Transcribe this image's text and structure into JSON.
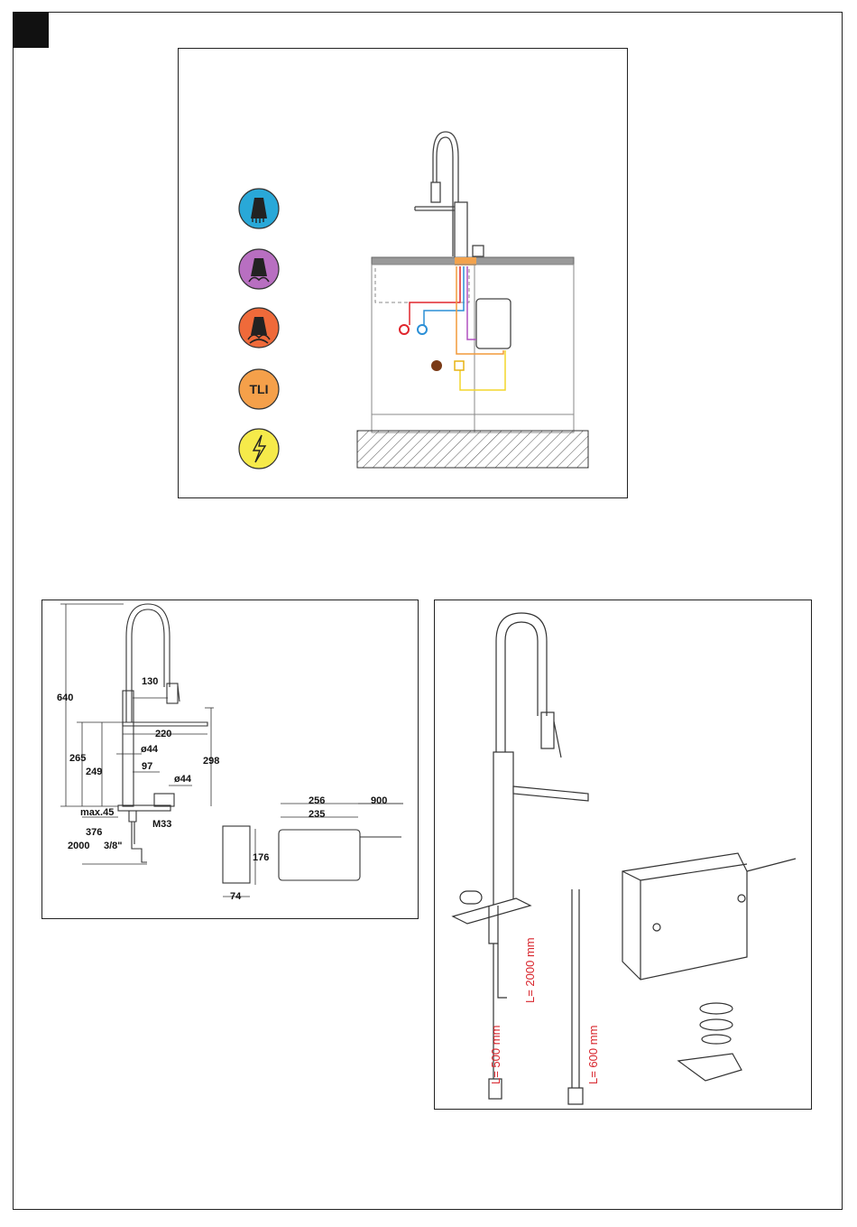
{
  "icons": [
    {
      "name": "cold-water-icon",
      "color": "#29a8d8"
    },
    {
      "name": "mixed-water-icon",
      "color": "#b86fc1"
    },
    {
      "name": "hot-water-icon",
      "color": "#ef6a3a"
    },
    {
      "name": "tli-icon",
      "color": "#f5a04a",
      "label": "TLI"
    },
    {
      "name": "electric-icon",
      "color": "#f6ea4a"
    }
  ],
  "lines": {
    "hot": "#e0262d",
    "cold": "#2b8fd6",
    "mixed": "#b050c0",
    "tli": "#f29a3a",
    "power": "#f3d52b"
  },
  "dimensions": {
    "d640": "640",
    "d130": "130",
    "d220": "220",
    "d265": "265",
    "d249": "249",
    "d298": "298",
    "d044a": "ø44",
    "d97": "97",
    "d044b": "ø44",
    "dmax45": "max.45",
    "dM33": "M33",
    "d376": "376",
    "d2000": "2000",
    "d38": "3/8\"",
    "d256": "256",
    "d235": "235",
    "d900": "900",
    "d176": "176",
    "d74": "74"
  },
  "hose_labels": {
    "l500": "L= 500 mm",
    "l2000": "L= 2000 mm",
    "l600": "L= 600 mm"
  }
}
